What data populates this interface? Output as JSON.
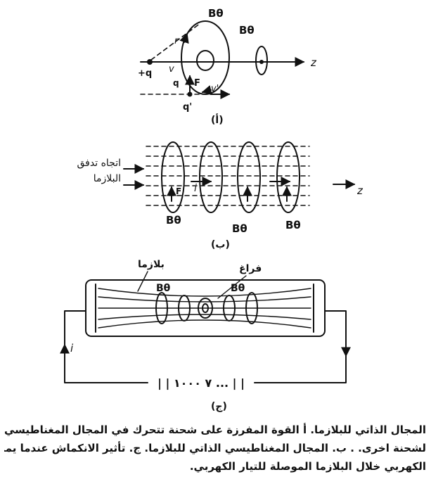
{
  "figure_a": {
    "label": "(أ)",
    "b_label_1": "Bθ",
    "b_label_2": "Bθ",
    "charge_q": "+q",
    "charge_q_prime": "q'",
    "r": "r",
    "v": "v",
    "v_prime": "v'",
    "force": "F",
    "z": "z",
    "q_side": "q"
  },
  "figure_b": {
    "label": "(ب)",
    "flow_label_line1": "اتجاه تدفق",
    "flow_label_line2": "البلازما",
    "b_labels": [
      "Bθ",
      "Bθ",
      "Bθ"
    ],
    "current": "i",
    "force": "F",
    "z": "z"
  },
  "figure_c": {
    "label": "(ج)",
    "plasma_label": "بلازما",
    "vacuum_label": "فراغ",
    "b_label_1": "Bθ",
    "b_label_2": "Bθ",
    "current": "i",
    "voltage": "| | ۱۰۰۰ ٧ ... | |"
  },
  "caption": {
    "line1": "المجال الذاتي للبلازما. أ القوة المفرزة على شحنة تتحرك في المجال المغناطيسي",
    "line2": "لشحنة اخرى. . ب. المجال المغناطيسي الذاتي للبلازما. ج. تأثير الانكماش عندما يمر التيار",
    "line3": "الكهربي خلال البلازما الموصلة للتيار الكهربي."
  }
}
